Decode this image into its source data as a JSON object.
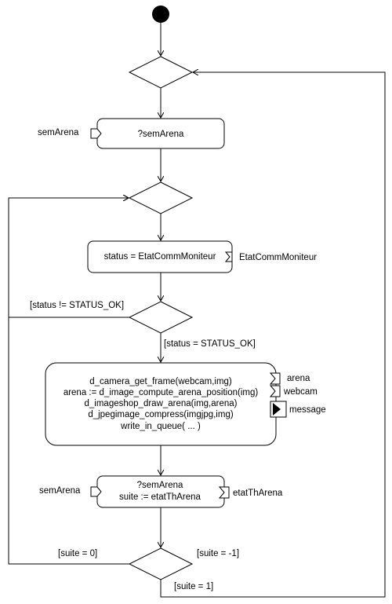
{
  "states": {
    "wait_sem1": "?semArena",
    "get_status": "status = EtatCommMoniteur",
    "process": [
      "d_camera_get_frame(webcam,img)",
      "arena := d_image_compute_arena_position(img)",
      "d_imageshop_draw_arena(img,arena)",
      "d_jpegimage_compress(imgjpg,img)",
      "write_in_queue( ... )"
    ],
    "wait_sem2": [
      "?semArena",
      "suite := etatThArena"
    ]
  },
  "signals": {
    "sem1": "semArena",
    "etat_comm": "EtatCommMoniteur",
    "arena": "arena",
    "webcam": "webcam",
    "message": "message",
    "sem2": "semArena",
    "etat_th": "etatThArena"
  },
  "guards": {
    "status_not_ok": "[status != STATUS_OK]",
    "status_ok": "[status = STATUS_OK]",
    "suite_0": "[suite = 0]",
    "suite_m1": "[suite = -1]",
    "suite_1": "[suite = 1]"
  }
}
